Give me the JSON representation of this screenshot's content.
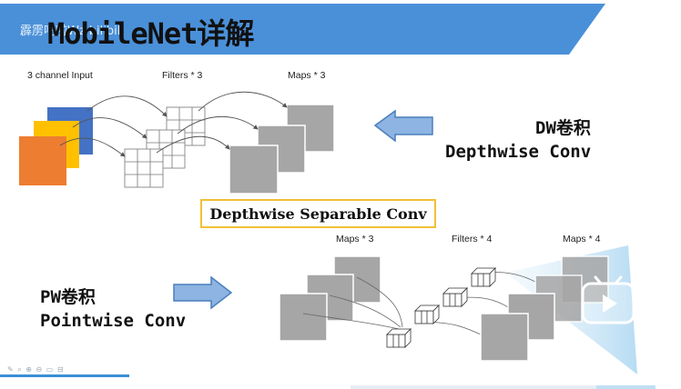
{
  "slide": {
    "title": "MobileNet详解",
    "watermark": "霹雳吧啦Wz bilibili"
  },
  "depthwise": {
    "input_label": "3 channel Input",
    "filters_label": "Filters * 3",
    "maps_label": "Maps * 3",
    "conv_label_cn": "DW卷积",
    "conv_label_en": "Depthwise Conv"
  },
  "separable_label": "Depthwise Separable Conv",
  "pointwise": {
    "maps_label": "Maps * 3",
    "filters_label": "Filters * 4",
    "output_label": "Maps * 4",
    "conv_label_cn": "PW卷积",
    "conv_label_en": "Pointwise Conv"
  },
  "colors": {
    "banner": "#4a90d9",
    "input_blue": "#4472c4",
    "input_yellow": "#ffc000",
    "input_orange": "#ed7d31",
    "map_gray": "#a6a6a6",
    "arrow_fill": "#8db4e2",
    "arrow_stroke": "#4a7ebb",
    "highlight_border": "#f2c037"
  },
  "player": {
    "icon": "play-icon"
  },
  "toolbar": {
    "icons": "✎ ⌕ ⊕ ⊖ ▭ ⊟"
  }
}
